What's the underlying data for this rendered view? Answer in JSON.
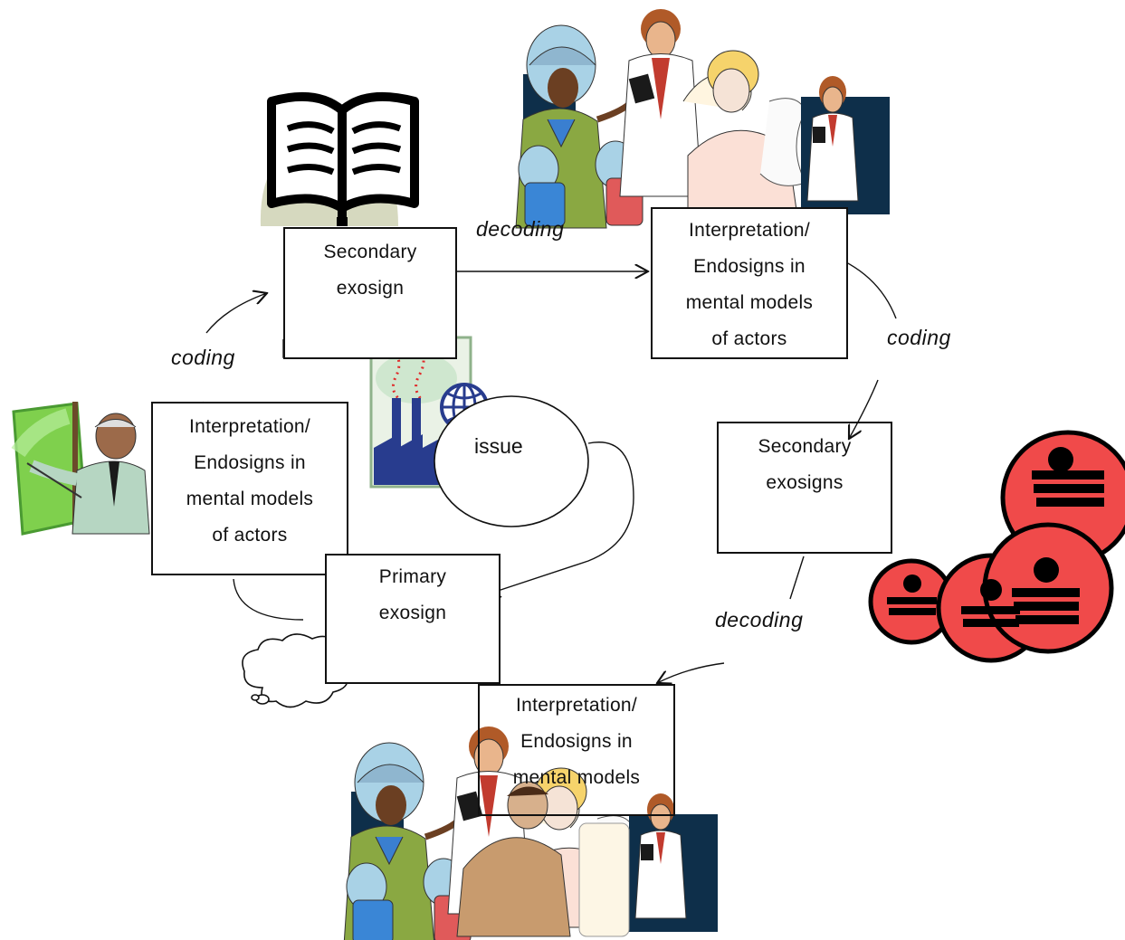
{
  "diagram": {
    "secondary_exosign_top": {
      "line1": "Secondary",
      "line2": "exosign"
    },
    "interpretation_top_right": {
      "line1": "Interpretation/",
      "line2": "Endosigns in",
      "line3": "mental models",
      "line4": "of actors"
    },
    "secondary_exosigns_right": {
      "line1": "Secondary",
      "line2": "exosigns"
    },
    "interpretation_left": {
      "line1": "Interpretation/",
      "line2": "Endosigns in",
      "line3": "mental models",
      "line4": "of actors"
    },
    "primary_exosign": {
      "line1": "Primary",
      "line2": "exosign"
    },
    "interpretation_bottom": {
      "line1": "Interpretation/",
      "line2": "Endosigns in",
      "line3": "mental models"
    },
    "issue": "issue",
    "labels": {
      "decoding_top": "decoding",
      "coding_left": "coding",
      "coding_right": "coding",
      "decoding_right": "decoding"
    }
  },
  "colors": {
    "book_bg": "#d6d9bf",
    "navy": "#0e2f4a",
    "red": "#f04a4a",
    "green_screen": "#7fd04d",
    "factory_blue": "#283c8e"
  },
  "icons": [
    "open-book-icon",
    "health-workers-clipart",
    "lecturer-clipart",
    "factory-globe-clipart",
    "apple-books-clipart",
    "thought-cloud-icon",
    "office-worker-clipart"
  ]
}
